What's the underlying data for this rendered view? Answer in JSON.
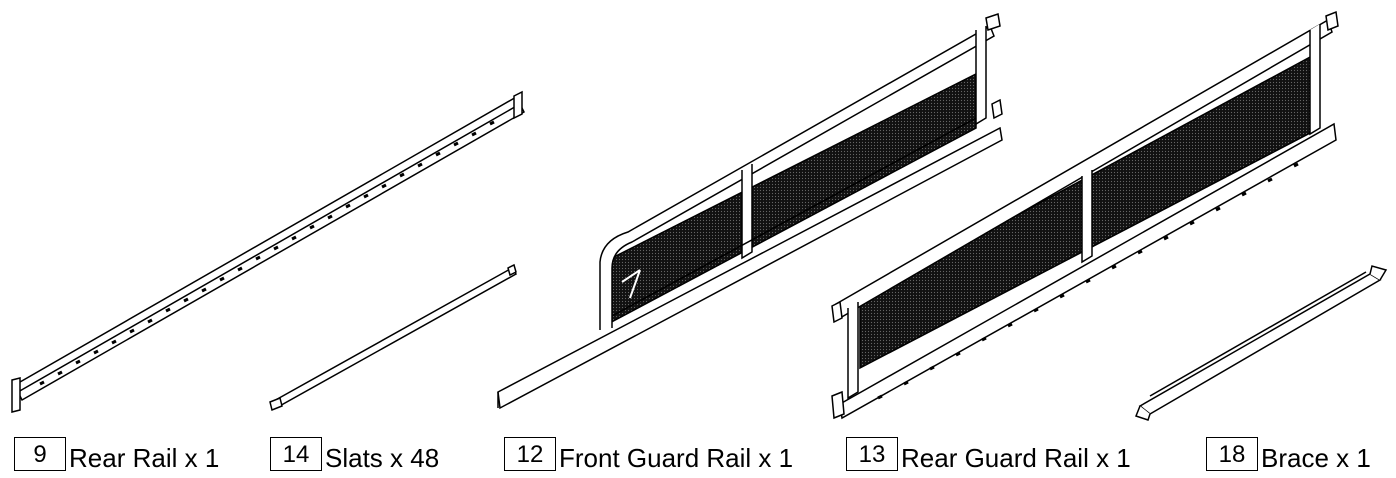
{
  "parts": [
    {
      "id": "9",
      "label": "Rear Rail x 1"
    },
    {
      "id": "14",
      "label": "Slats x 48"
    },
    {
      "id": "12",
      "label": "Front Guard Rail x 1"
    },
    {
      "id": "13",
      "label": "Rear Guard Rail x 1"
    },
    {
      "id": "18",
      "label": "Brace x 1"
    }
  ]
}
